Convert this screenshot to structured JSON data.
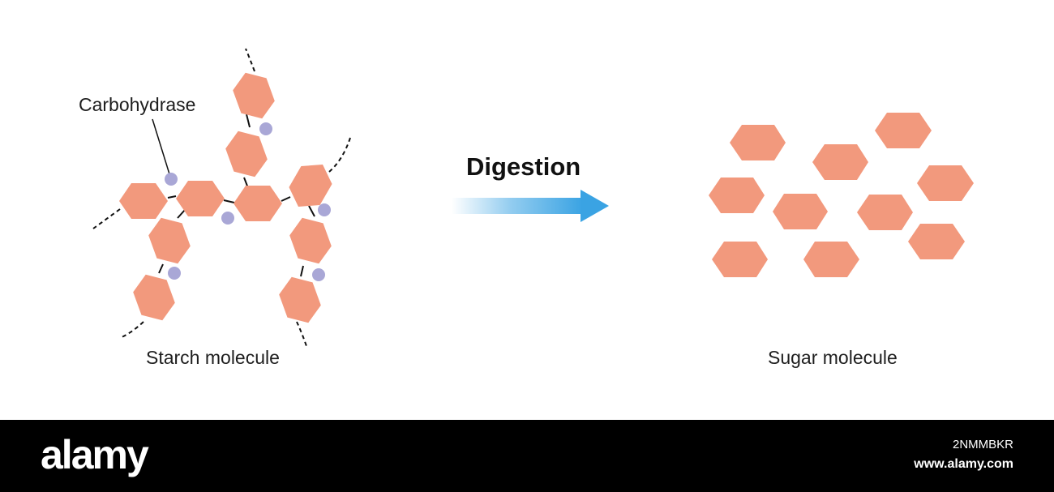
{
  "labels": {
    "enzyme": "Carbohydrase",
    "process": "Digestion",
    "starch": "Starch molecule",
    "sugar": "Sugar molecule"
  },
  "footer": {
    "brand": "alamy",
    "image_id": "2NMMBKR",
    "url": "www.alamy.com"
  },
  "colors": {
    "molecule": "#f2997d",
    "enzyme_dot": "#a9a7d6",
    "arrow": "#3aa3e3",
    "background": "#ffffff",
    "footer": "#000000"
  }
}
